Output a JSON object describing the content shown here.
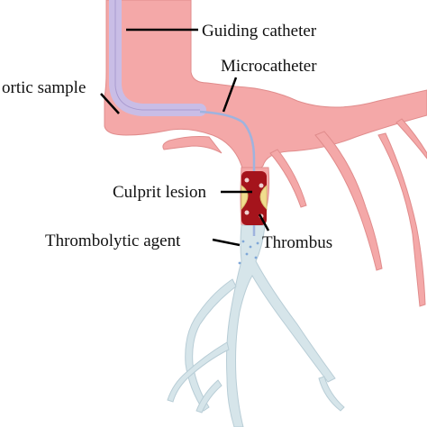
{
  "labels": {
    "guiding_catheter": "Guiding catheter",
    "microcatheter": "Microcatheter",
    "aortic_sample": "ortic sample",
    "culprit_lesion": "Culprit lesion",
    "thrombolytic_agent": "Thrombolytic agent",
    "thrombus": "Thrombus"
  },
  "colors": {
    "vessel": "#f4a8a8",
    "vessel_edge": "#e08c8c",
    "catheter": "#c9bde6",
    "microcatheter": "#9fb3de",
    "treated_segment": "#d6e5ea",
    "thrombus": "#a5141c",
    "plaque": "#f1dd8e",
    "leader_line": "#000000"
  }
}
